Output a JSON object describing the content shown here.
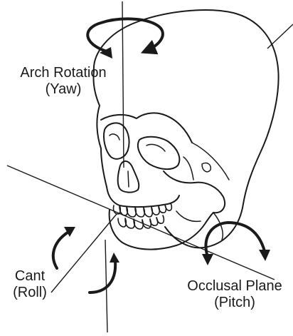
{
  "colors": {
    "ink": "#1a1a1a",
    "background": "#ffffff"
  },
  "labels": {
    "yaw": {
      "line1": "Arch Rotation",
      "line2": "(Yaw)"
    },
    "roll": {
      "line1": "Cant",
      "line2": "(Roll)"
    },
    "pitch": {
      "line1": "Occlusal Plane",
      "line2": "(Pitch)"
    }
  }
}
